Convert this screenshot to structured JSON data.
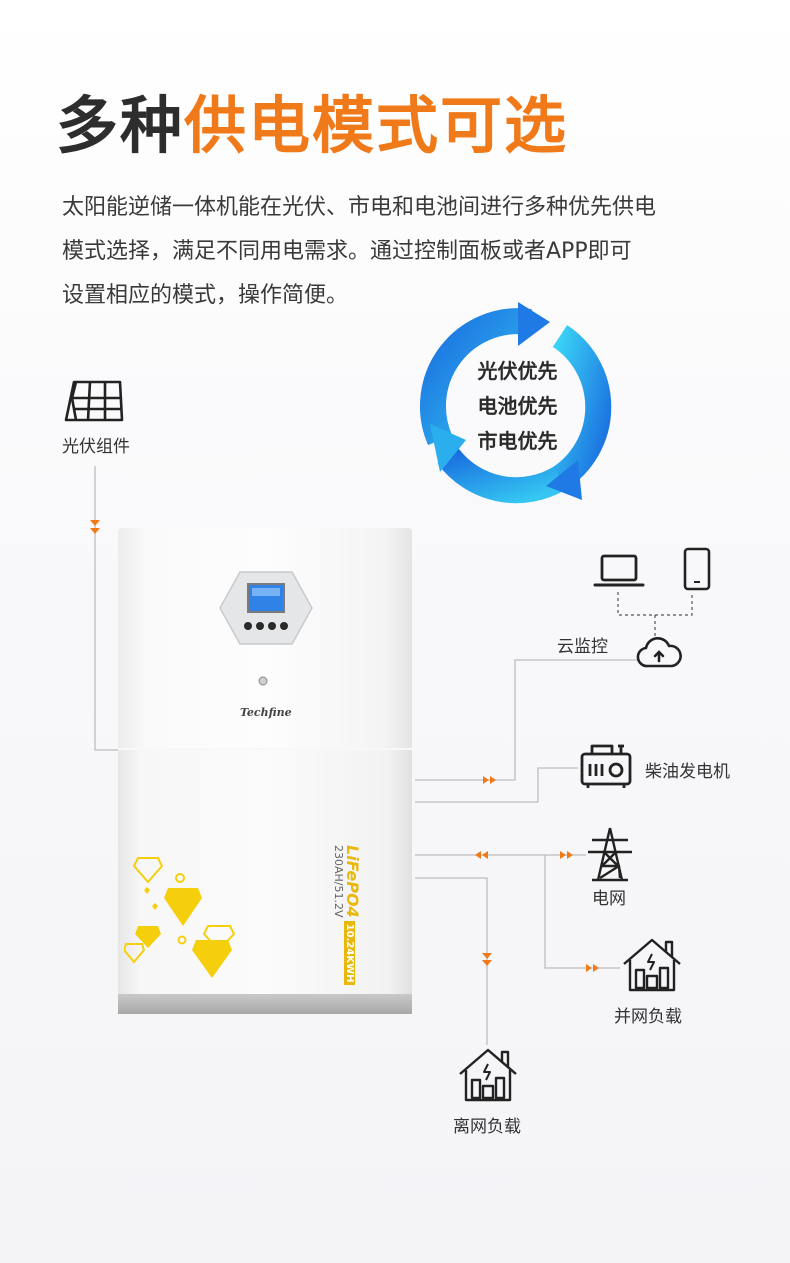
{
  "heading": {
    "part1": "多种",
    "part2": "供电模式可选"
  },
  "description": {
    "line1": "太阳能逆储一体机能在光伏、市电和电池间进行多种优先供电",
    "line2": "模式选择，满足不同用电需求。通过控制面板或者APP即可",
    "line3": "设置相应的模式，操作简便。"
  },
  "cycle_modes": [
    "光伏优先",
    "电池优先",
    "市电优先"
  ],
  "device": {
    "brand": "Techfine",
    "battery_model": "LiFePO4",
    "battery_tag": "10.24KWH",
    "battery_spec": "230AH/51.2V"
  },
  "nodes": {
    "solar": "光伏组件",
    "cloud": "云监控",
    "generator": "柴油发电机",
    "grid": "电网",
    "grid_load": "并网负载",
    "offgrid_load": "离网负载"
  },
  "colors": {
    "accent_orange": "#f07a1a",
    "cycle_blue": "#1f8fe8",
    "diamond_yellow": "#f5cf0c"
  }
}
